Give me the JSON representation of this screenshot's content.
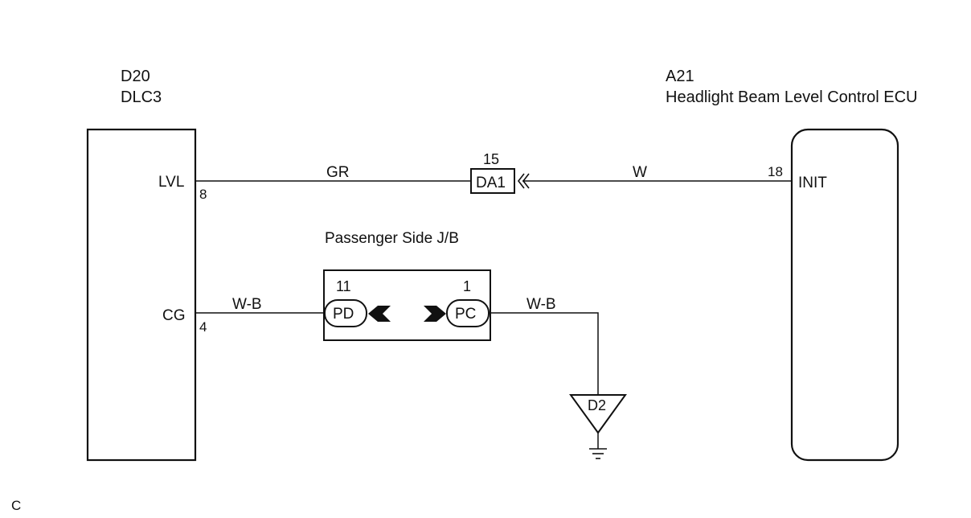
{
  "components": {
    "dlc3": {
      "connector": "D20",
      "name": "DLC3"
    },
    "ecu": {
      "connector": "A21",
      "name": "Headlight Beam Level Control ECU"
    },
    "junction_block": {
      "name": "Passenger Side J/B"
    }
  },
  "terminals": {
    "lvl_label": "LVL",
    "lvl_pin": "8",
    "cg_label": "CG",
    "cg_pin": "4",
    "init_label": "INIT",
    "init_pin": "18",
    "da1_pin": "15",
    "pd_pin": "11",
    "pc_pin": "1"
  },
  "connectors": {
    "da1": "DA1",
    "pd": "PD",
    "pc": "PC",
    "ground": "D2"
  },
  "wire_colors": {
    "lvl_to_da1": "GR",
    "da1_to_init": "W",
    "cg_to_pd": "W-B",
    "pc_to_ground": "W-B"
  },
  "footer_code": "C"
}
